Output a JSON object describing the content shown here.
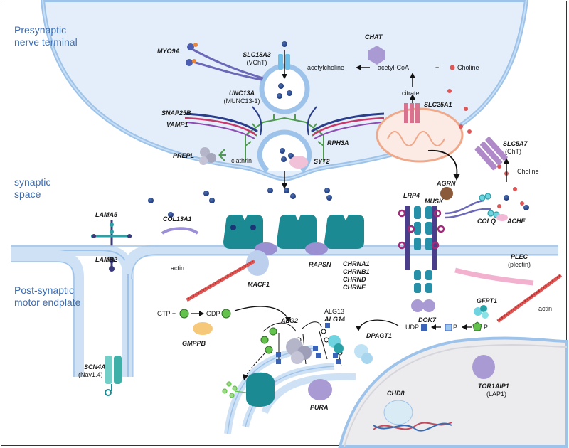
{
  "regions": {
    "presynaptic": [
      "Presynaptic",
      "nerve terminal"
    ],
    "synaptic": [
      "synaptic",
      "space"
    ],
    "postsynaptic": [
      "Post-synaptic",
      "motor endplate"
    ]
  },
  "genes": {
    "myo9a": "MYO9A",
    "slc18a3": "SLC18A3",
    "vcht": "(VChT)",
    "chat": "CHAT",
    "unc13a": "UNC13A",
    "munc13": "(MUNC13-1)",
    "snap25b": "SNAP25B",
    "vamp1": "VAMP1",
    "slc25a1": "SLC25A1",
    "rph3a": "RPH3A",
    "syt2": "SYT2",
    "prepl": "PREPL",
    "slc5a7": "SLC5A7",
    "cht": "(ChT)",
    "agrn": "AGRN",
    "lrp4": "LRP4",
    "musk": "MUSK",
    "colq": "COLQ",
    "ache": "ACHE",
    "lama5": "LAMA5",
    "lamb2": "LAMB2",
    "col13a1": "COL13A1",
    "rapsn": "RAPSN",
    "chrn": [
      "CHRNA1",
      "CHRNB1",
      "CHRND",
      "CHRNE"
    ],
    "macf1": "MACF1",
    "dok7": "DOK7",
    "plec": "PLEC",
    "plectin": "(plectin)",
    "gfpt1": "GFPT1",
    "gmppb": "GMPPB",
    "alg2": "ALG2",
    "alg13": "ALG13",
    "alg14": "ALG14",
    "dpagt1": "DPAGT1",
    "pura": "PURA",
    "scn4a": "SCN4A",
    "nav": "(Nav1.4)",
    "chd8": "CHD8",
    "tor1aip1": "TOR1AIP1",
    "lap1": "(LAP1)"
  },
  "labels": {
    "acetylcholine": "acetylcholine",
    "acetyl_coa": "acetyl-CoA",
    "plus": "+",
    "choline": "Choline",
    "citrate": "citrate",
    "clathrin": "clathrin",
    "actin": "actin",
    "gtp": "GTP +",
    "gdp": "GDP",
    "udp": "UDP",
    "p": "P"
  }
}
